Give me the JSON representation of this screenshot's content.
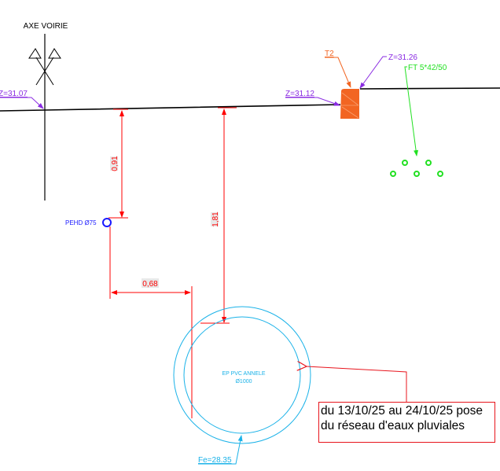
{
  "title": "AXE VOIRIE",
  "levels": {
    "axis_left": "Z=31.07",
    "kerb_bottom": "Z=31.12",
    "kerb_top": "Z=31.26",
    "pipe_invert": "Fe=28.35"
  },
  "kerb_label": "T2",
  "telecom": {
    "label": "FT 5*42/50",
    "conduit_count": 5
  },
  "pehd": {
    "label": "PEHD Ø75"
  },
  "dimensions": {
    "depth_pehd": "0,91",
    "depth_ep": "1,81",
    "horizontal": "0,68"
  },
  "pipe": {
    "line1": "EP PVC ANNELE",
    "line2": "Ø1000"
  },
  "note": {
    "line1": "du 13/10/25 au 24/10/25 pose",
    "line2": "du réseau d'eaux pluviales"
  },
  "colors": {
    "ground": "#000000",
    "dimension": "#ff0000",
    "level": "#8a2be2",
    "kerb": "#f26522",
    "telecom": "#22e022",
    "pehd": "#1a1aff",
    "ep": "#1ab2e8"
  }
}
